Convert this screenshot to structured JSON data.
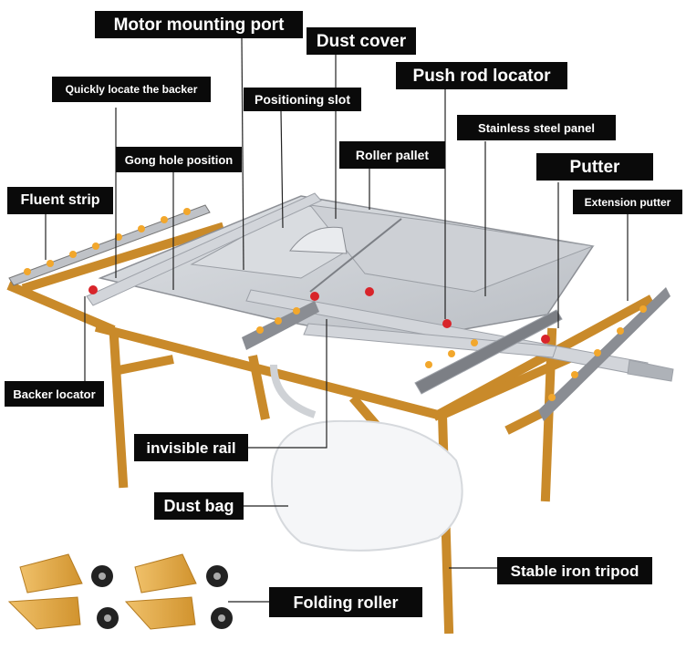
{
  "labels": {
    "motor_mounting_port": "Motor mounting port",
    "dust_cover": "Dust cover",
    "quickly_locate_backer": "Quickly locate the backer",
    "positioning_slot": "Positioning slot",
    "push_rod_locator": "Push rod locator",
    "stainless_steel_panel": "Stainless steel panel",
    "gong_hole_position": "Gong  hole position",
    "roller_pallet": "Roller pallet",
    "putter": "Putter",
    "fluent_strip": "Fluent strip",
    "extension_putter": "Extension putter",
    "backer_locator": "Backer locator",
    "invisible_rail": "invisible rail",
    "dust_bag": "Dust bag",
    "stable_iron_tripod": "Stable iron tripod",
    "folding_roller": "Folding roller"
  },
  "colors": {
    "label_bg": "#0a0a0a",
    "label_text": "#ffffff",
    "frame_gold": "#e2a84a",
    "table_steel": "#c9ccd1",
    "leader_line": "#222222"
  }
}
